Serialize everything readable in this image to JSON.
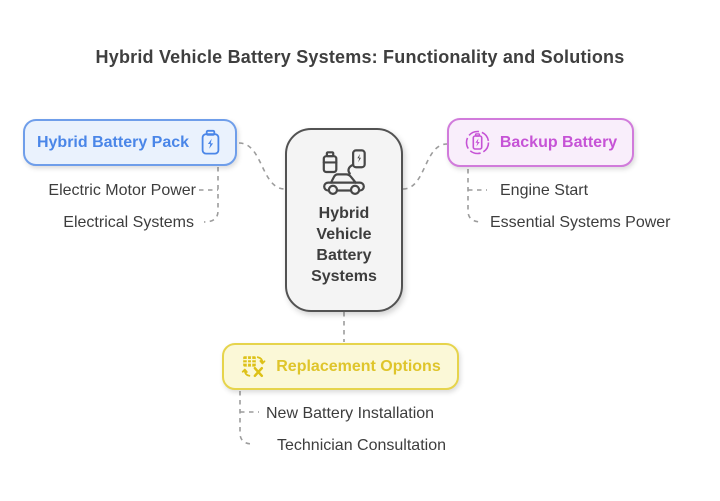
{
  "title": "Hybrid Vehicle Battery Systems: Functionality and Solutions",
  "colors": {
    "blue_accent": "#4a86e8",
    "blue_border": "#6f9eea",
    "blue_bg": "#eaf2fd",
    "pink_accent": "#c653d6",
    "pink_border": "#d17bdb",
    "pink_bg": "#f9eefb",
    "yellow_accent": "#dfc52b",
    "yellow_border": "#e6d44c",
    "yellow_bg": "#fbf8d7",
    "node_border": "#525252",
    "node_bg": "#f4f4f4",
    "text_dark": "#3d3d3d",
    "connector": "#9c9c9c"
  },
  "center_node": {
    "label": "Hybrid Vehicle Battery Systems",
    "icon": "hybrid-car-charging-icon"
  },
  "branches": {
    "hybrid_battery_pack": {
      "label": "Hybrid Battery Pack",
      "icon": "battery-bolt-icon",
      "items": [
        "Electric Motor Power",
        "Electrical Systems"
      ]
    },
    "backup_battery": {
      "label": "Backup Battery",
      "icon": "circle-battery-bolt-icon",
      "items": [
        "Engine Start",
        "Essential Systems Power"
      ]
    },
    "replacement_options": {
      "label": "Replacement Options",
      "icon": "table-swap-icon",
      "items": [
        "New Battery Installation",
        "Technician Consultation"
      ]
    }
  }
}
